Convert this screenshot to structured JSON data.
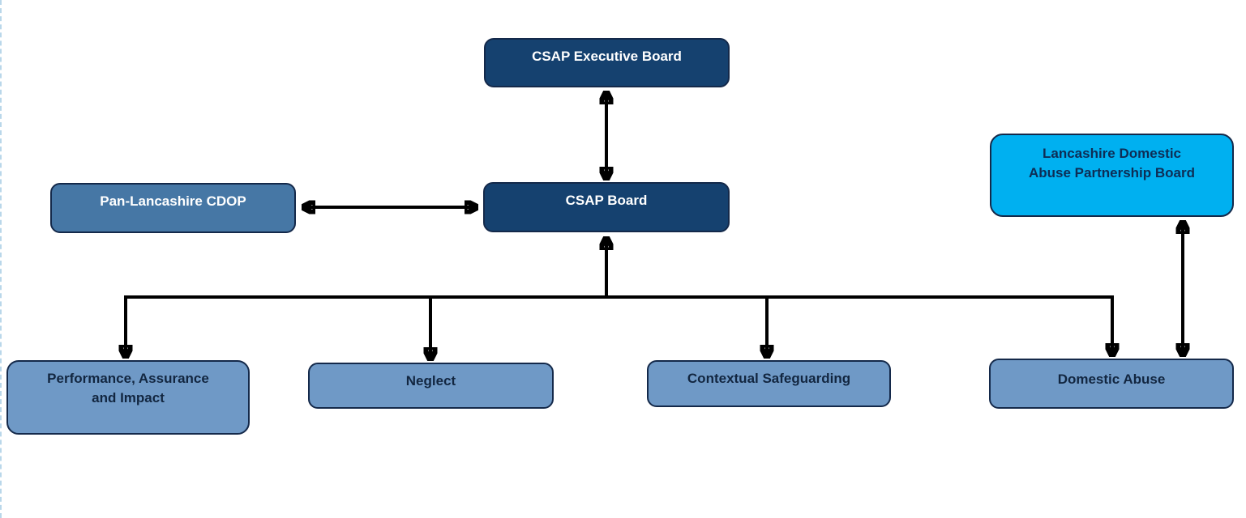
{
  "diagram": {
    "nodes": {
      "exec": {
        "label": "CSAP Executive Board"
      },
      "board": {
        "label": "CSAP Board"
      },
      "cdop": {
        "label": "Pan-Lancashire CDOP"
      },
      "ldapb": {
        "label": "Lancashire Domestic Abuse Partnership Board"
      },
      "performance": {
        "label": "Performance, Assurance and Impact"
      },
      "neglect": {
        "label": "Neglect"
      },
      "contextual": {
        "label": "Contextual Safeguarding"
      },
      "domestic": {
        "label": "Domestic Abuse"
      }
    },
    "edges": [
      {
        "a": "exec",
        "b": "board",
        "arrows": "both"
      },
      {
        "a": "cdop",
        "b": "board",
        "arrows": "both"
      },
      {
        "a": "board",
        "b": "performance",
        "arrows": "tree-down"
      },
      {
        "a": "board",
        "b": "neglect",
        "arrows": "tree-down"
      },
      {
        "a": "board",
        "b": "contextual",
        "arrows": "tree-down"
      },
      {
        "a": "board",
        "b": "domestic",
        "arrows": "tree-down"
      },
      {
        "a": "subgroup-connector",
        "b": "board",
        "arrows": "up"
      },
      {
        "a": "ldapb",
        "b": "domestic",
        "arrows": "both"
      }
    ],
    "colors": {
      "dark_navy_fill": "#15416f",
      "steel_blue_fill": "#4677a5",
      "light_steel_fill": "#6f99c6",
      "cyan_fill": "#00b0f0",
      "box_border": "#14294a",
      "dark_text": "#122640",
      "navy_text": "#0e2d55",
      "light_text": "#ffffff",
      "arrow": "#000000",
      "page_edge": "#b9d7ea"
    }
  }
}
